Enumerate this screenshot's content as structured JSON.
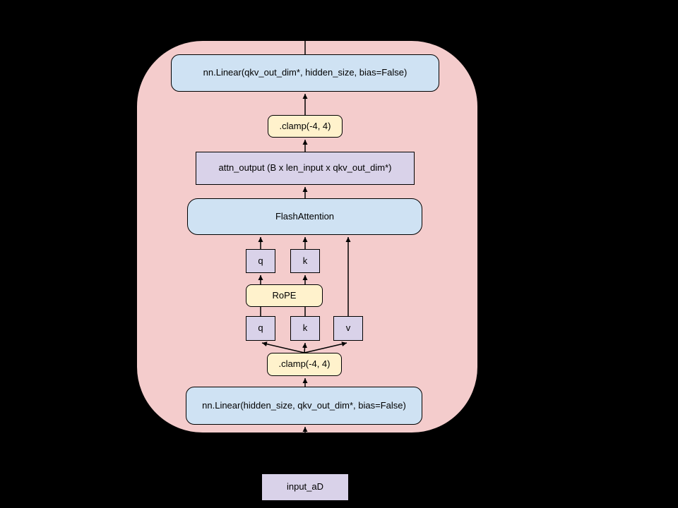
{
  "diagram": {
    "description": "attention block flow diagram",
    "colors": {
      "background": "#000000",
      "container_fill": "#f4cccc",
      "linear_fill": "#cfe2f3",
      "clamp_fill": "#fff2cc",
      "tensor_fill": "#d9d2e9",
      "stroke": "#000000"
    },
    "nodes": {
      "linear_out": {
        "label": "nn.Linear(qkv_out_dim*, hidden_size, bias=False)"
      },
      "clamp_out": {
        "label": ".clamp(-4, 4)"
      },
      "attn_output": {
        "label": "attn_output (B x len_input x qkv_out_dim*)"
      },
      "flash": {
        "label": "FlashAttention"
      },
      "q_top": {
        "label": "q"
      },
      "k_top": {
        "label": "k"
      },
      "rope": {
        "label": "RoPE"
      },
      "q_bot": {
        "label": "q"
      },
      "k_bot": {
        "label": "k"
      },
      "v_bot": {
        "label": "v"
      },
      "clamp_in": {
        "label": ".clamp(-4, 4)"
      },
      "linear_in": {
        "label": "nn.Linear(hidden_size, qkv_out_dim*, bias=False)"
      },
      "input": {
        "label": "input_aD"
      }
    }
  }
}
